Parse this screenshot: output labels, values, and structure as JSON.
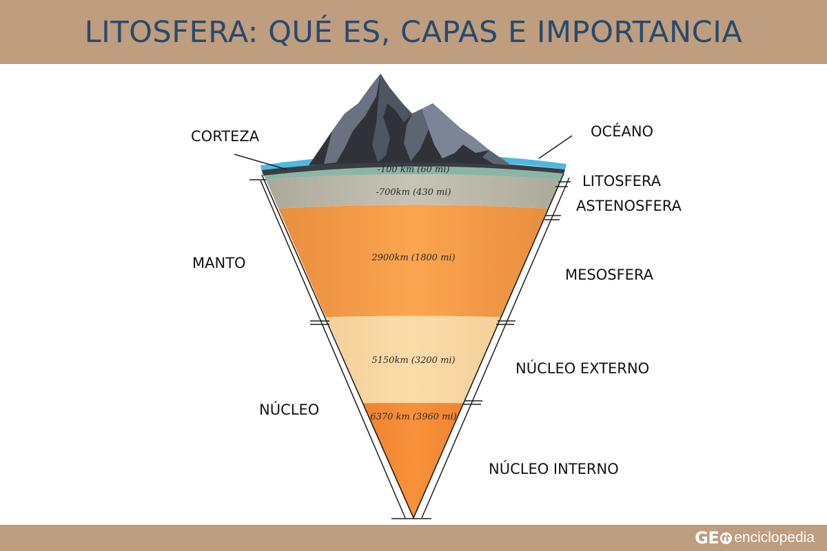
{
  "title": "LITOSFERA: QUÉ ES, CAPAS E IMPORTANCIA",
  "labels": {
    "corteza": "CORTEZA",
    "oceano": "OCÉANO",
    "litosfera": "LITOSFERA",
    "astenosfera": "ASTENOSFERA",
    "manto": "MANTO",
    "mesosfera": "MESOSFERA",
    "nucleo": "NÚCLEO",
    "nucleo_externo": "NÚCLEO EXTERNO",
    "nucleo_interno": "NÚCLEO INTERNO"
  },
  "depths": {
    "litosfera": "-100 km (60 mi)",
    "astenosfera": "-700km (430 mi)",
    "mesosfera": "2900km (1800 mi)",
    "nucleo_externo": "5150km (3200 mi)",
    "nucleo_interno": "6370 km (3960 mi)"
  },
  "logo": {
    "geo": "GE",
    "rest": "enciclopedia"
  },
  "colors": {
    "banner": "#bf9d7f",
    "title": "#274a6e",
    "ocean": "#4fb8df",
    "mountain": "#5d6470",
    "litosfera": "#8fb7a8",
    "astenosfera": "#b8b5a8",
    "mesosfera": "#f29a45",
    "nucleo_externo": "#f8d49c",
    "nucleo_interno": "#e87620"
  }
}
